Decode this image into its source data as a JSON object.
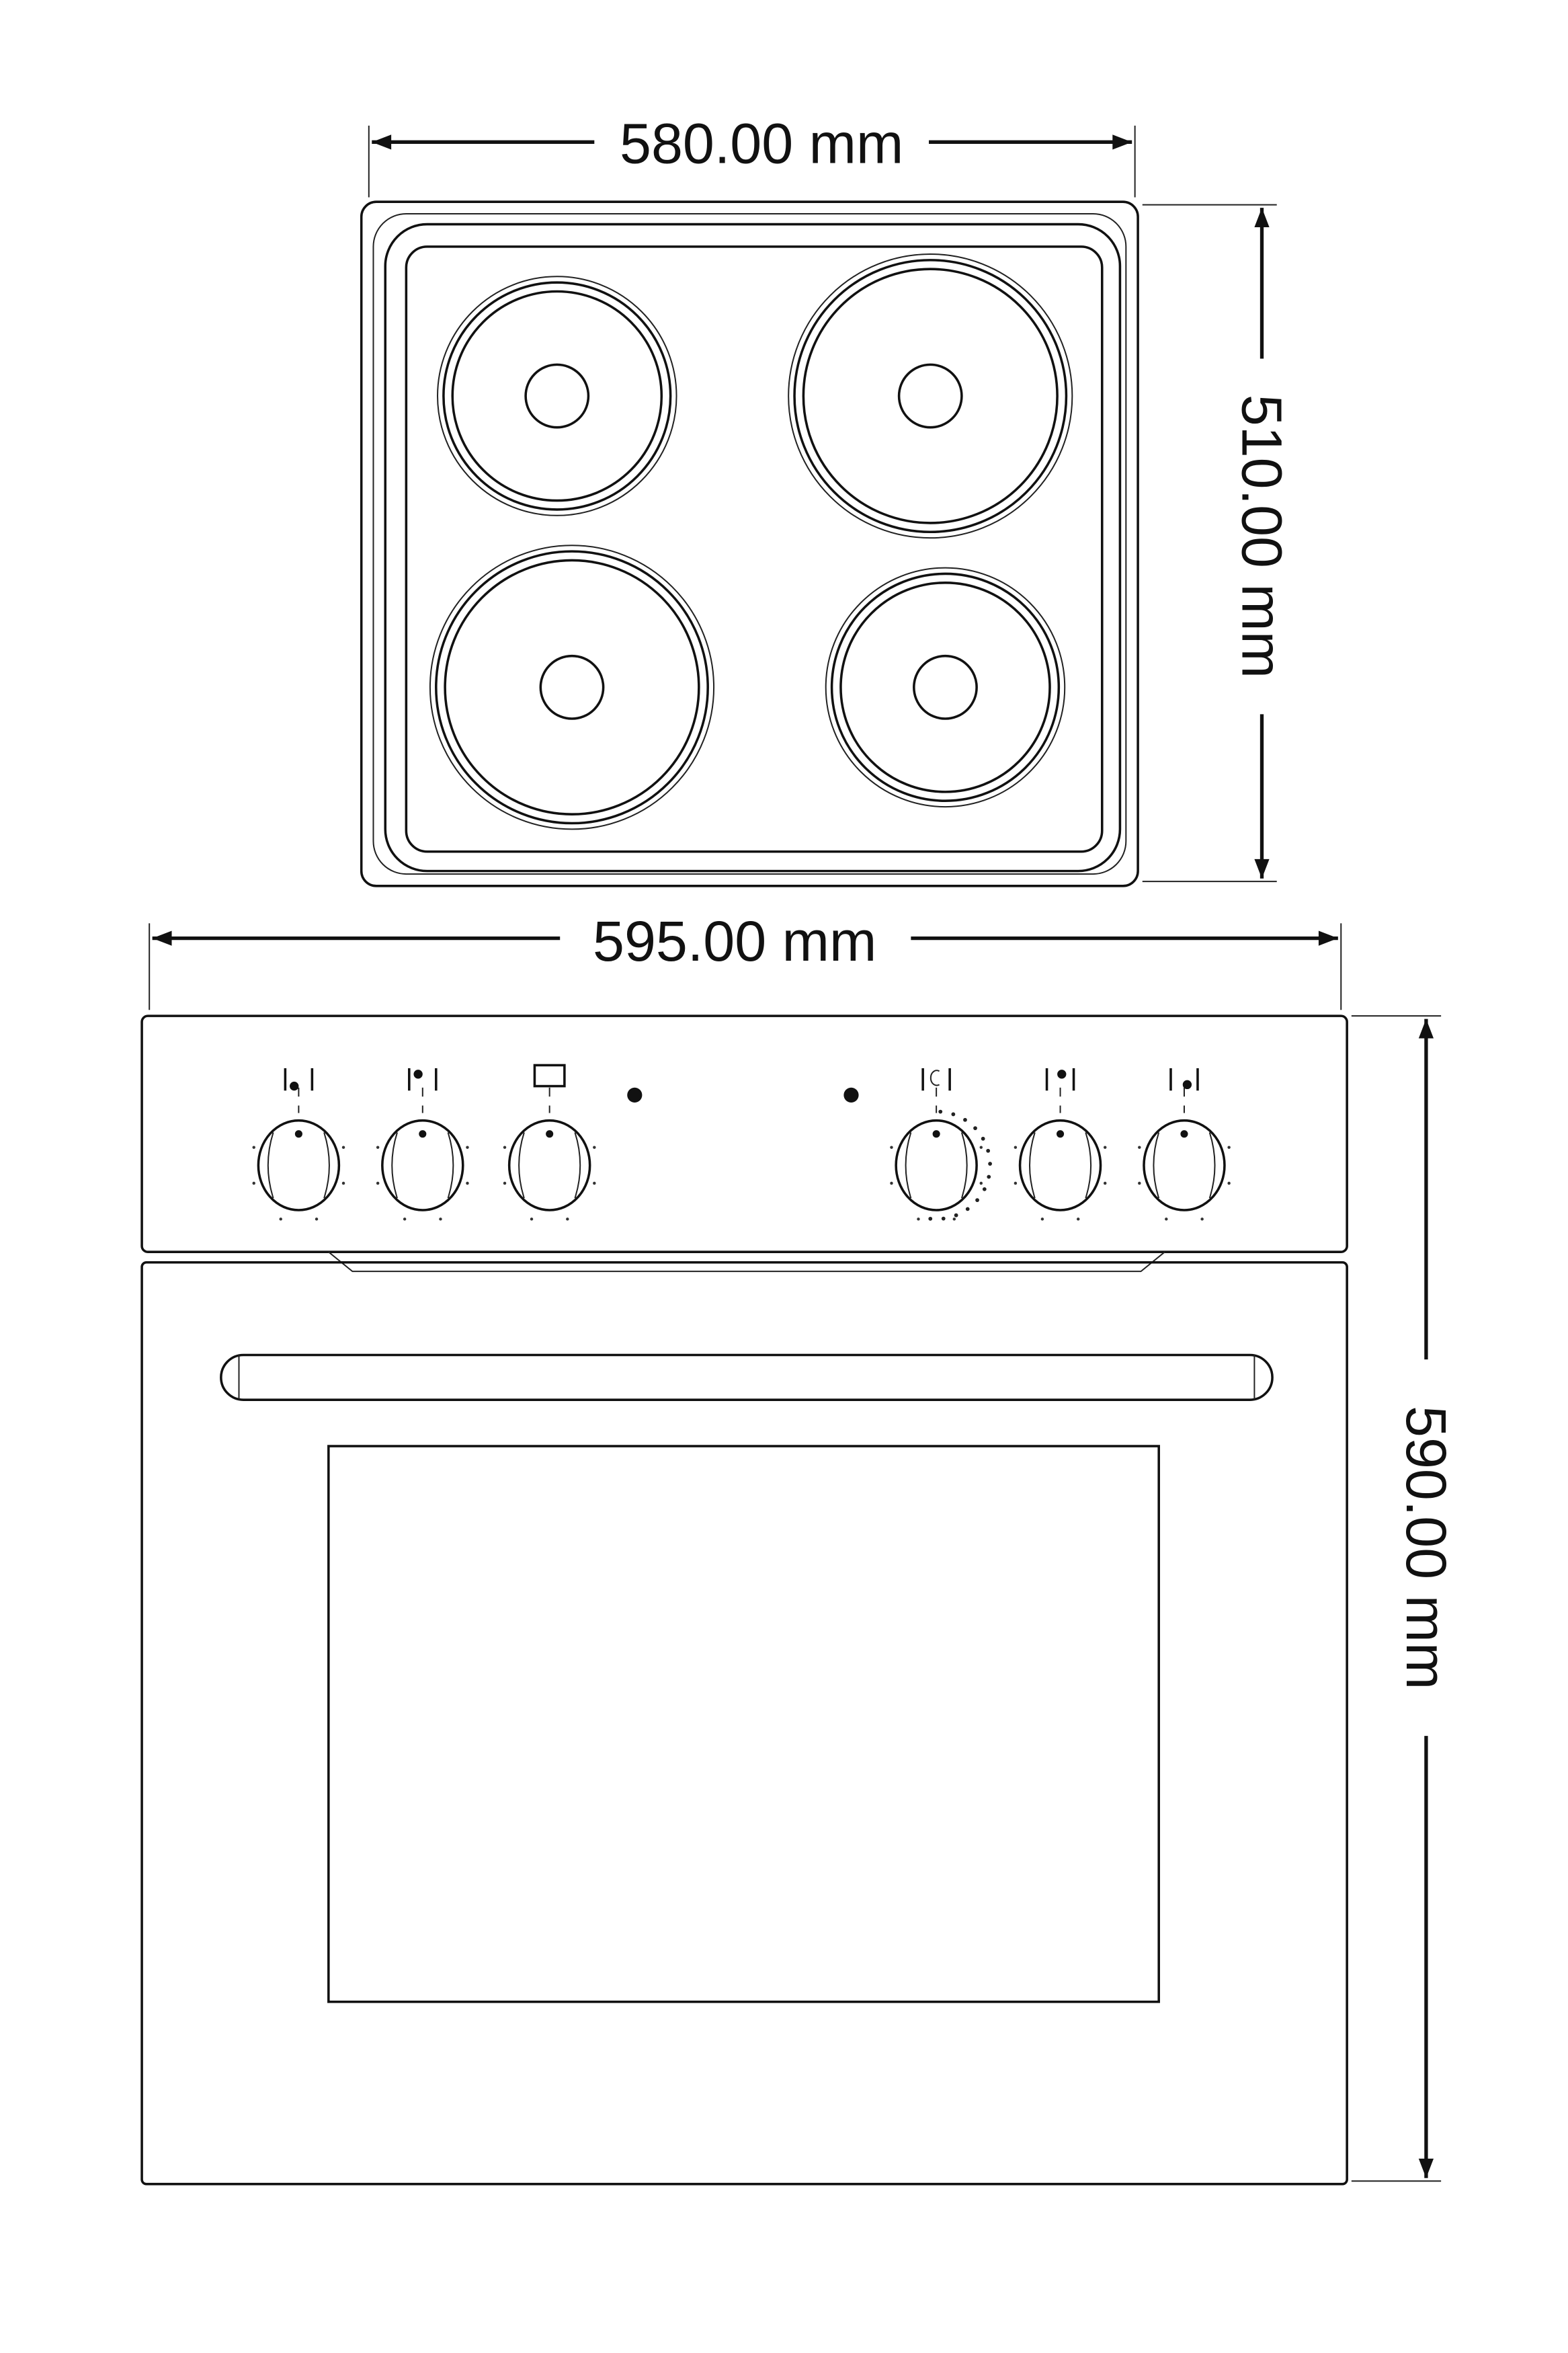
{
  "dimensions": {
    "hob_width": "580.00 mm",
    "hob_depth": "510.00 mm",
    "oven_width": "595.00 mm",
    "oven_height": "590.00 mm"
  },
  "colors": {
    "line": "#111111",
    "background": "#ffffff"
  }
}
